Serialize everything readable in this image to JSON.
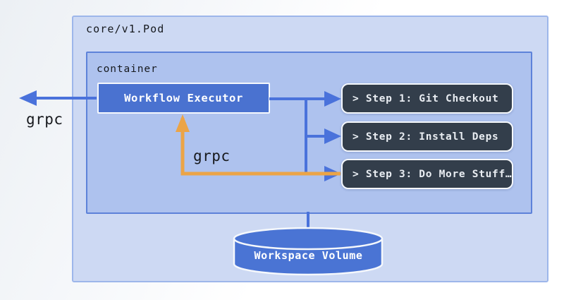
{
  "diagram": {
    "pod_label": "core/v1.Pod",
    "container_label": "container",
    "executor_label": "Workflow Executor",
    "steps": [
      "> Step 1: Git Checkout",
      "> Step 2: Install Deps",
      "> Step 3: Do More Stuff…"
    ],
    "volume_label": "Workspace Volume",
    "grpc_external_label": "grpc",
    "grpc_internal_label": "grpc",
    "colors": {
      "arrow_blue": "#4a72db",
      "arrow_orange": "#eba447",
      "executor_fill": "#4a72d0",
      "step_fill": "#333e4b",
      "pod_fill": "#cdd9f3",
      "container_fill": "#aec2ee",
      "volume_fill": "#4a74d4",
      "node_border_white": "#f5f8fc"
    }
  }
}
